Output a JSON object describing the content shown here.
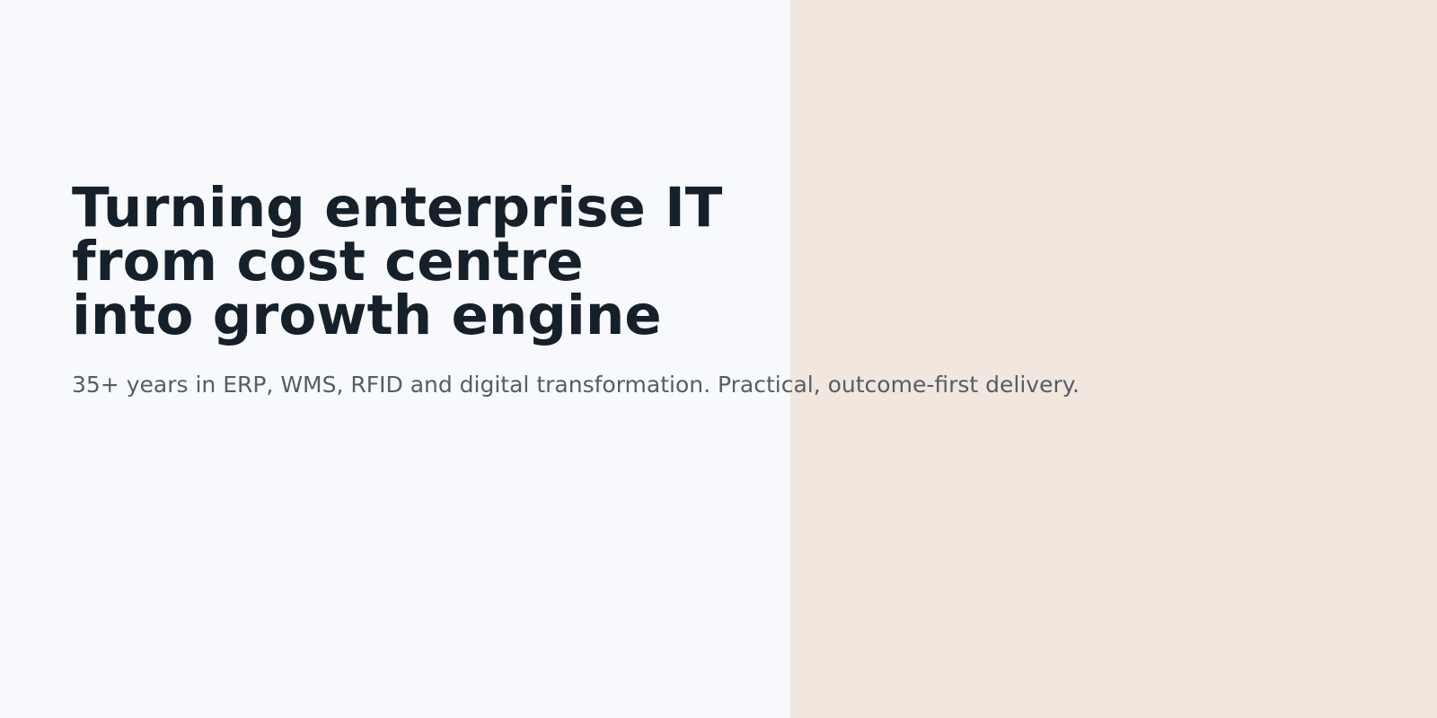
{
  "hero": {
    "title_lines": [
      "Turning enterprise IT",
      "from cost centre",
      "into growth engine"
    ],
    "subtitle": "35+ years in ERP, WMS, RFID and digital transformation. Practical, outcome-first delivery."
  },
  "colors": {
    "left_background": "#f7f9fc",
    "right_background": "#f1e7de",
    "title_text": "#15202b",
    "subtitle_text": "#555d66"
  }
}
